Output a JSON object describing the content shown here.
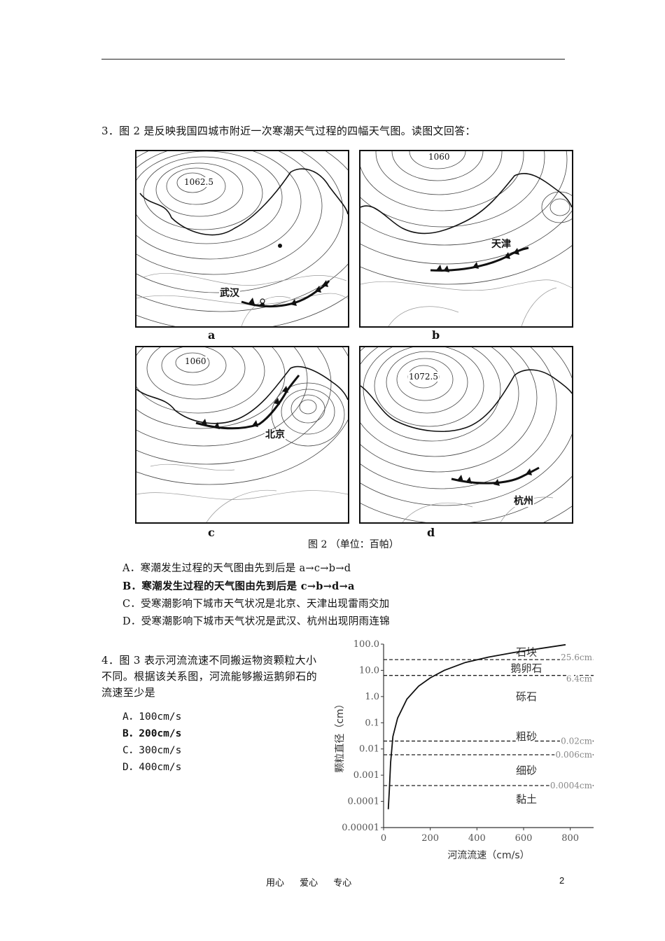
{
  "question3": {
    "stem": "3．图 2 是反映我国四城市附近一次寒潮天气过程的四幅天气图。读图文回答：",
    "maps": [
      {
        "id": "a",
        "label": "a",
        "high_label": "1062.5",
        "city": "武汉"
      },
      {
        "id": "b",
        "label": "b",
        "high_label": "1060",
        "city": "天津"
      },
      {
        "id": "c",
        "label": "c",
        "high_label": "1060",
        "city": "北京"
      },
      {
        "id": "d",
        "label": "d",
        "high_label": "1072.5",
        "city": "杭州"
      }
    ],
    "caption": "图 2 （单位：百帕）",
    "options": [
      {
        "text": "A．寒潮发生过程的天气图由先到后是 a→c→b→d",
        "bold": false
      },
      {
        "text": "B．寒潮发生过程的天气图由先到后是 c→b→d→a",
        "bold": true
      },
      {
        "text": "C．受寒潮影响下城市天气状况是北京、天津出现雷雨交加",
        "bold": false
      },
      {
        "text": "D．受寒潮影响下城市天气状况是武汉、杭州出现阴雨连锦",
        "bold": false
      }
    ]
  },
  "question4": {
    "stem": "4．图 3 表示河流流速不同搬运物资颗粒大小不同。根据该关系图，河流能够搬运鹅卵石的流速至少是",
    "options": [
      {
        "text": "A．100cm/s",
        "bold": false
      },
      {
        "text": "B．200cm/s",
        "bold": true
      },
      {
        "text": "C．300cm/s",
        "bold": false
      },
      {
        "text": "D．400cm/s",
        "bold": false
      }
    ]
  },
  "chart_data": {
    "type": "line",
    "xlabel": "河流流速（cm/s）",
    "ylabel": "颗粒直径（cm）",
    "xlim": [
      0,
      900
    ],
    "ylim_log": [
      1e-05,
      100
    ],
    "x_ticks": [
      "0",
      "200",
      "400",
      "600",
      "800"
    ],
    "y_ticks": [
      "100.0",
      "10.0",
      "1.0",
      "0.1",
      "0.01",
      "0.001",
      "0.0001",
      "0.00001"
    ],
    "y_scale": "log",
    "series": [
      {
        "points": [
          [
            20,
            5e-05
          ],
          [
            25,
            0.0003
          ],
          [
            30,
            0.003
          ],
          [
            40,
            0.03
          ],
          [
            60,
            0.15
          ],
          [
            100,
            0.8
          ],
          [
            150,
            2.5
          ],
          [
            200,
            5.2
          ],
          [
            260,
            10
          ],
          [
            350,
            20
          ],
          [
            450,
            32
          ],
          [
            560,
            48
          ],
          [
            680,
            70
          ],
          [
            780,
            95
          ]
        ]
      }
    ],
    "thresholds": [
      {
        "value": 25.6,
        "label": "25.6cm"
      },
      {
        "value": 6.4,
        "label": "6.4cm"
      },
      {
        "value": 0.02,
        "label": "0.02cm"
      },
      {
        "value": 0.006,
        "label": "0.006cm"
      },
      {
        "value": 0.0004,
        "label": "0.0004cm"
      }
    ],
    "zones": [
      {
        "name": "石块",
        "value": 50
      },
      {
        "name": "鹅卵石",
        "value": 12
      },
      {
        "name": "砾石",
        "value": 1.0
      },
      {
        "name": "粗砂",
        "value": 0.03
      },
      {
        "name": "细砂",
        "value": 0.0015
      },
      {
        "name": "黏土",
        "value": 0.00012
      }
    ]
  },
  "footer": {
    "text": "用心 爱心 专心",
    "page": "2"
  }
}
